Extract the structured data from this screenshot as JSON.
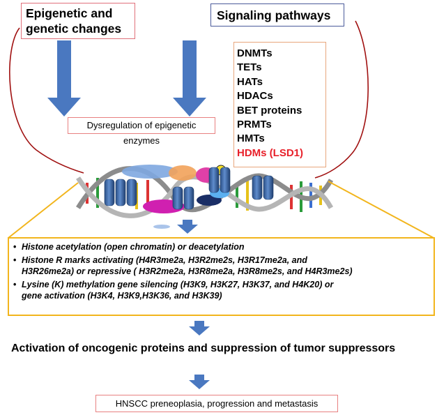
{
  "header": {
    "epigenetic_line1": "Epigenetic and",
    "epigenetic_line2": "genetic changes",
    "signaling": "Signaling pathways"
  },
  "enzymes": [
    "DNMTs",
    "TETs",
    "HATs",
    "HDACs",
    "BET proteins",
    "PRMTs",
    "HMTs"
  ],
  "enzyme_highlight": "HDMs (LSD1)",
  "dysregulation": "Dysregulation of epigenetic enzymes",
  "histone_marks": {
    "item1": "Histone acetylation (open chromatin) or deacetylation",
    "item2_line1": "Histone R marks activating (H4R3me2a, H3R2me2s, H3R17me2a, and",
    "item2_line2": "H3R26me2a) or repressive ( H3R2me2a, H3R8me2a, H3R8me2s, and H4R3me2s)",
    "item3_line1": "Lysine (K) methylation gene silencing (H3K9, H3K27, H3K37, and H4K20)  or",
    "item3_line2": "gene activation (H3K4, H3K9,H3K36, and H3K39)"
  },
  "activation": "Activation  of oncogenic proteins  and suppression of tumor suppressors",
  "outcome": "HNSCC preneoplasia, progression and metastasis",
  "colors": {
    "arrow": "#4a78c0",
    "highlight_text": "#e8202a",
    "box_border_orange": "#f2b51c",
    "feedback_line": "#a01010"
  }
}
